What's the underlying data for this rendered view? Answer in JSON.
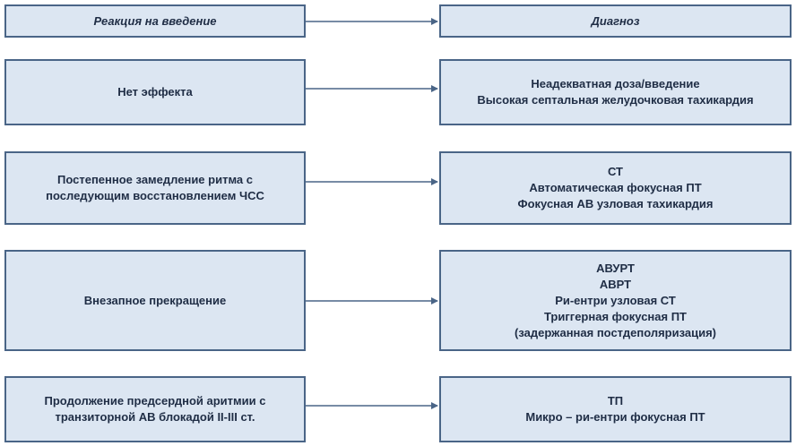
{
  "header": {
    "reaction": "Реакция на введение",
    "diagnosis": "Диагноз"
  },
  "rows": [
    {
      "reaction": [
        "Нет эффекта"
      ],
      "diagnosis": [
        "Неадекватная доза/введение",
        "Высокая септальная желудочковая тахикардия"
      ]
    },
    {
      "reaction": [
        "Постепенное замедление ритма с",
        "последующим восстановлением ЧСС"
      ],
      "diagnosis": [
        "СТ",
        "Автоматическая фокусная ПТ",
        "Фокусная АВ узловая тахикардия"
      ]
    },
    {
      "reaction": [
        "Внезапное прекращение"
      ],
      "diagnosis": [
        "АВУРТ",
        "АВРТ",
        "Ри-ентри узловая СТ",
        "Триггерная фокусная ПТ",
        "(задержанная постдеполяризация)"
      ]
    },
    {
      "reaction": [
        "Продолжение предсердной аритмии с",
        "транзиторной АВ блокадой II-III ст."
      ],
      "diagnosis": [
        "ТП",
        "Микро – ри-ентри фокусная ПТ"
      ]
    }
  ],
  "colors": {
    "box_fill": "#dce6f2",
    "box_border": "#4a6587",
    "text": "#1f2d45"
  }
}
